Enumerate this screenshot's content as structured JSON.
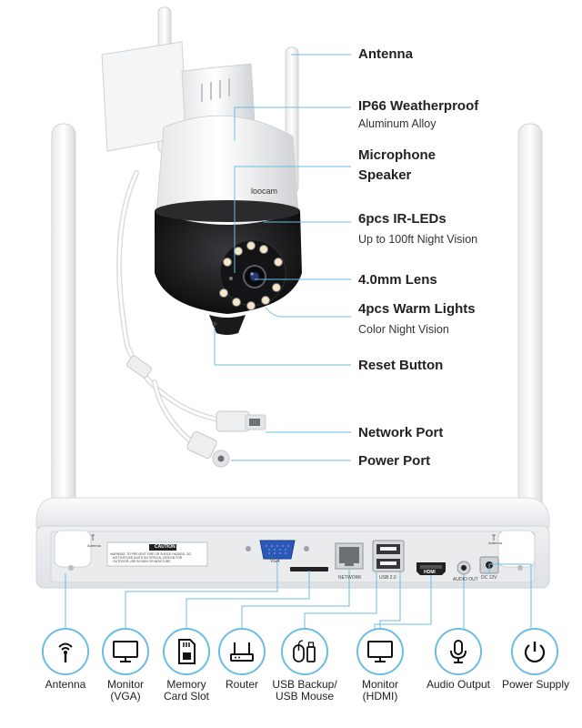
{
  "camera": {
    "brand": "loocam",
    "callouts": [
      {
        "title": "Antenna",
        "sub": ""
      },
      {
        "title": "IP66 Weatherproof",
        "sub": "Aluminum Alloy"
      },
      {
        "title": "Microphone",
        "sub": ""
      },
      {
        "title": "Speaker",
        "sub": ""
      },
      {
        "title": "6pcs IR-LEDs",
        "sub": "Up to 100ft Night Vision"
      },
      {
        "title": "4.0mm Lens",
        "sub": ""
      },
      {
        "title": "4pcs  Warm Lights",
        "sub": "Color Night Vision"
      },
      {
        "title": "Reset Button",
        "sub": ""
      },
      {
        "title": "Network Port",
        "sub": ""
      },
      {
        "title": "Power Port",
        "sub": ""
      }
    ]
  },
  "nvr": {
    "caution_title": "CAUTION",
    "caution_text_1": "WARNING: TO PREVENT FIRE OR SHOCK HAZARD, DO",
    "caution_text_2": "NOT EXPOSE UNITS NO SPECIAL DESIGN FOR",
    "caution_text_3": "OUTDOOR USE IN RAIN OR MOISTURE",
    "port_vga": "VGA",
    "port_network": "NETWORK",
    "port_usb": "USB 2.0",
    "port_hdmi": "HDMI",
    "port_audio": "AUDIO OUT",
    "port_dc": "DC 12V",
    "antenna_small": "Antenna"
  },
  "ports": [
    {
      "icon": "antenna-icon",
      "label": "Antenna"
    },
    {
      "icon": "monitor-icon",
      "label": "Monitor\n(VGA)"
    },
    {
      "icon": "memory-card-icon",
      "label": "Memory\nCard Slot"
    },
    {
      "icon": "router-icon",
      "label": "Router"
    },
    {
      "icon": "usb-mouse-icon",
      "label": "USB Backup/\nUSB Mouse"
    },
    {
      "icon": "monitor-icon",
      "label": "Monitor\n(HDMI)"
    },
    {
      "icon": "microphone-icon",
      "label": "Audio Output"
    },
    {
      "icon": "power-icon",
      "label": "Power Supply"
    }
  ],
  "colors": {
    "accent": "#6bbde4",
    "camera_dark": "#1a1a1c",
    "nvr_body": "#f3f4f5"
  }
}
